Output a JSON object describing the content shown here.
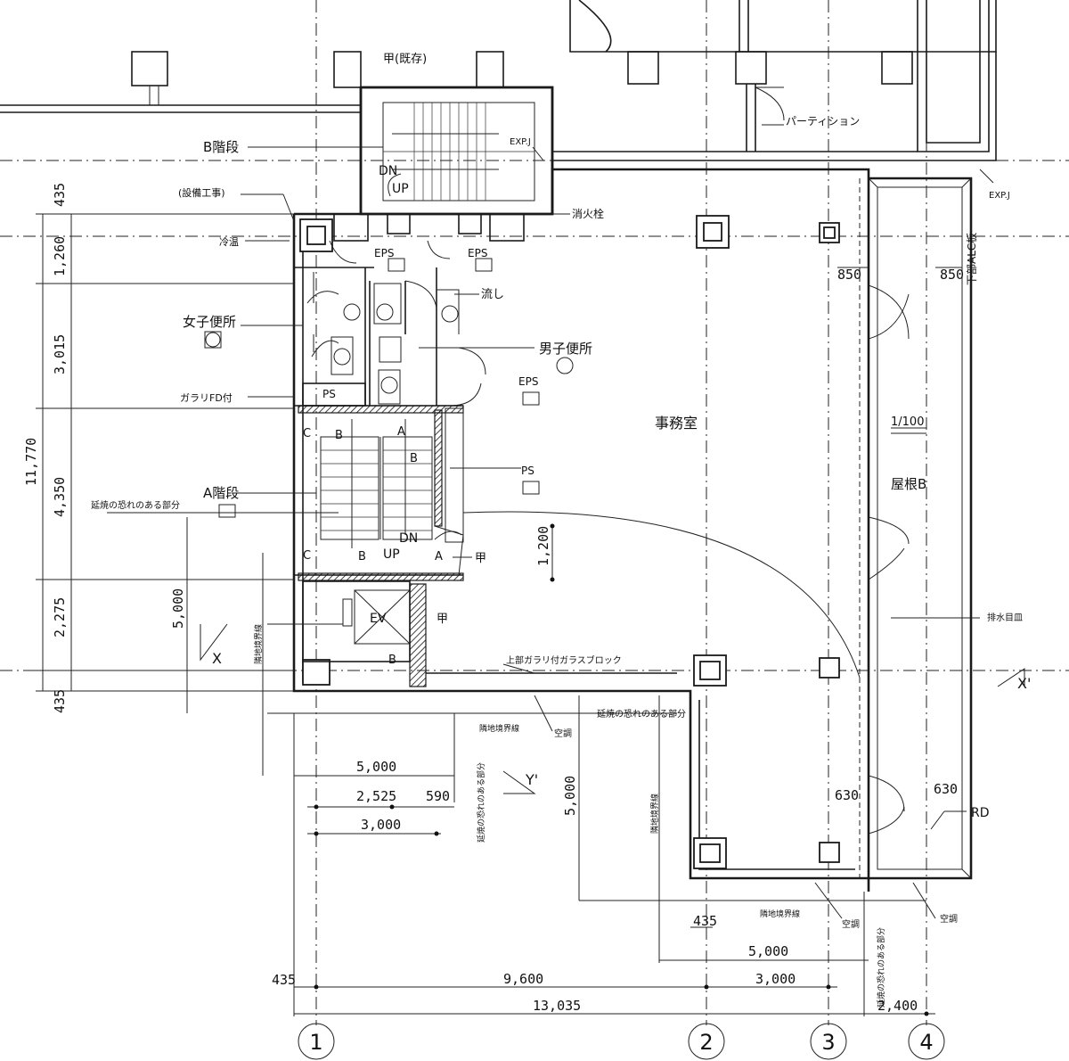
{
  "labels": {
    "b_stair": "B階段",
    "separate_work": "(設備工事)",
    "cooling": "冷温",
    "womens_toilet": "女子便所",
    "mens_toilet": "男子便所",
    "glass_fd": "ガラリFD付",
    "a_stair": "A階段",
    "fire_spread": "延焼の恐れのある部分",
    "office": "事務室",
    "roof_b": "屋根B",
    "roof_scale": "1/100",
    "partition": "パーティション",
    "expj": "EXP.J",
    "fire_hydrant": "消火栓",
    "alc": "下部ALC板",
    "sink": "流し",
    "eps": "EPS",
    "ps": "PS",
    "ev": "EV",
    "dn": "DN",
    "up": "UP",
    "site_boundary": "隣地境界線",
    "height_note": "上部ガラリ付ガラスブロック",
    "rd": "RD",
    "floor_drain": "排水目皿",
    "vent": "空調",
    "existing": "甲(既存)",
    "kou": "甲"
  },
  "section_marks": {
    "x": "X",
    "x_prime": "X'",
    "y_prime": "Y'"
  },
  "grid_axes": [
    "1",
    "2",
    "3",
    "4"
  ],
  "dimensions": {
    "left_vertical": [
      "435",
      "1,260",
      "3,015",
      "4,350",
      "2,275",
      "435"
    ],
    "left_total": "11,770",
    "y_5000": "5,000",
    "d_1200": "1,200",
    "bottom_upper": [
      "5,000",
      "2,525",
      "590",
      "3,000"
    ],
    "mid_5000": "5,000",
    "right_435": "435",
    "right_5000": "5,000",
    "bottom": [
      "435",
      "9,600",
      "3,000"
    ],
    "bottom_total": "13,035",
    "d_2400": "2,400",
    "d_850a": "850",
    "d_850b": "850",
    "d_630a": "630",
    "d_630b": "630"
  }
}
